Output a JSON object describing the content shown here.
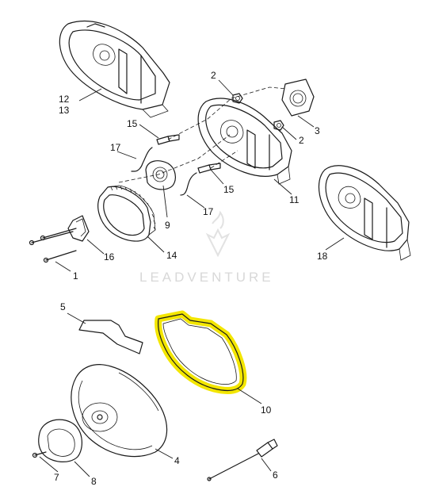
{
  "watermark": {
    "text": "LEADVENTURE",
    "icon": "flame-shield-logo"
  },
  "highlight_color": "#f3e600",
  "callouts": [
    {
      "id": "c1",
      "text": "1"
    },
    {
      "id": "c2a",
      "text": "2"
    },
    {
      "id": "c2b",
      "text": "2"
    },
    {
      "id": "c3",
      "text": "3"
    },
    {
      "id": "c4",
      "text": "4"
    },
    {
      "id": "c5",
      "text": "5"
    },
    {
      "id": "c6",
      "text": "6"
    },
    {
      "id": "c7",
      "text": "7"
    },
    {
      "id": "c8",
      "text": "8"
    },
    {
      "id": "c9",
      "text": "9"
    },
    {
      "id": "c10",
      "text": "10"
    },
    {
      "id": "c11",
      "text": "11"
    },
    {
      "id": "c12",
      "text": "12"
    },
    {
      "id": "c13",
      "text": "13"
    },
    {
      "id": "c14",
      "text": "14"
    },
    {
      "id": "c15a",
      "text": "15"
    },
    {
      "id": "c15b",
      "text": "15"
    },
    {
      "id": "c16",
      "text": "16"
    },
    {
      "id": "c17a",
      "text": "17"
    },
    {
      "id": "c17b",
      "text": "17"
    },
    {
      "id": "c18",
      "text": "18"
    }
  ]
}
